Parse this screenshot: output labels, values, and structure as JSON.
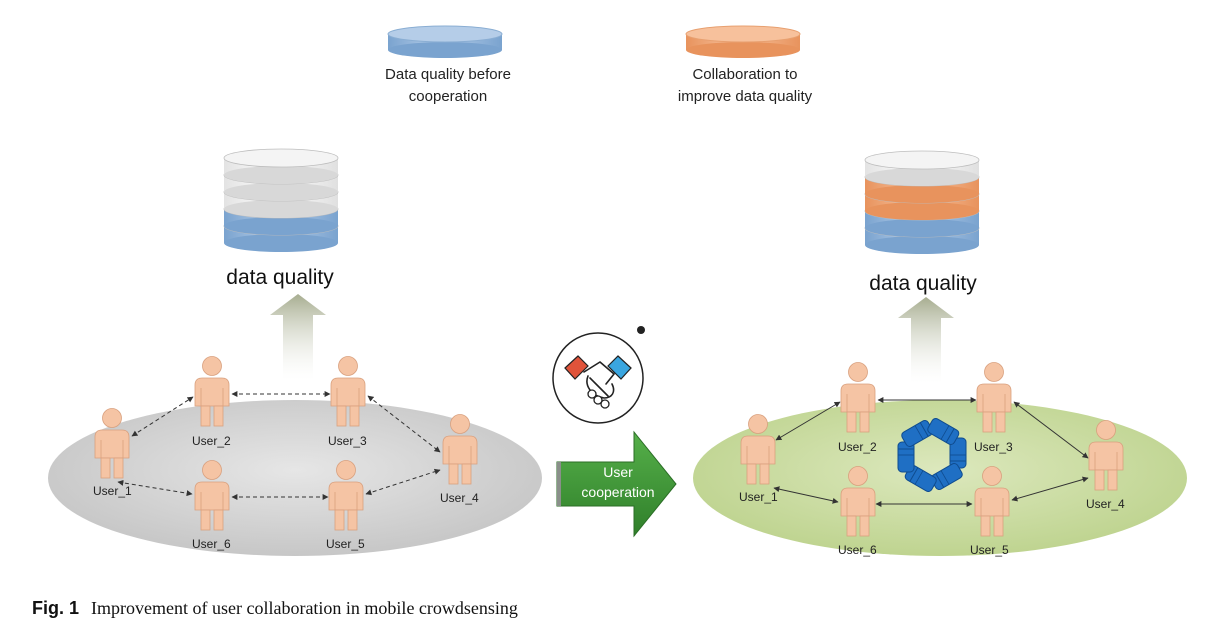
{
  "legend": {
    "before": {
      "label_line1": "Data quality before",
      "label_line2": "cooperation",
      "color": "#8eb2d6"
    },
    "after": {
      "label_line1": "Collaboration to",
      "label_line2": "improve data quality",
      "color": "#f0a778"
    }
  },
  "left_panel": {
    "title": "data quality",
    "ellipse_color": "#cfcfcf",
    "users": [
      "User_1",
      "User_2",
      "User_3",
      "User_4",
      "User_5",
      "User_6"
    ]
  },
  "right_panel": {
    "title": "data quality",
    "ellipse_color": "#c9dba0",
    "users": [
      "User_1",
      "User_2",
      "User_3",
      "User_4",
      "User_5",
      "User_6"
    ]
  },
  "middle_arrow": {
    "label_line1": "User",
    "label_line2": "cooperation",
    "color": "#3e9a35"
  },
  "caption": {
    "fig": "Fig. 1",
    "text": "Improvement of user collaboration in mobile crowdsensing"
  },
  "colors": {
    "person": "#f5c4a4",
    "person_stroke": "#d9a07e",
    "handshake_left": "#e0533a",
    "handshake_right": "#3aa6e0",
    "hands_ring": "#1f6fc4"
  }
}
